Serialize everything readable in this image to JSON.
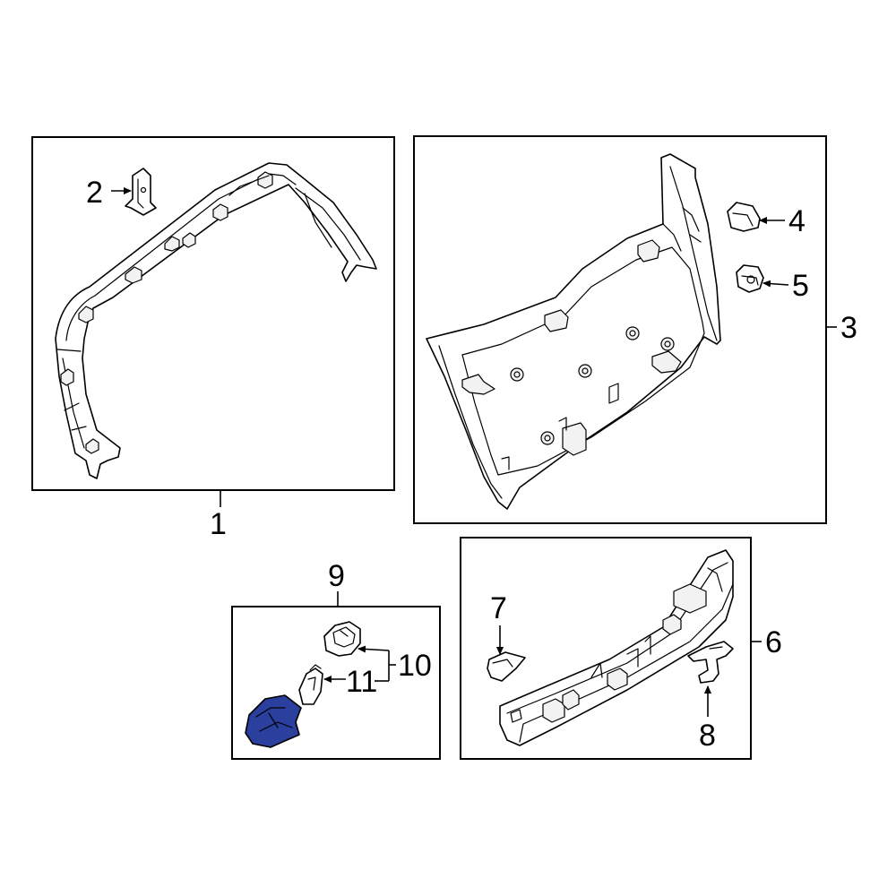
{
  "callouts": {
    "c1": "1",
    "c2": "2",
    "c3": "3",
    "c4": "4",
    "c5": "5",
    "c6": "6",
    "c7": "7",
    "c8": "8",
    "c9": "9",
    "c10": "10",
    "c11": "11"
  },
  "colors": {
    "highlight_part": "#2a3f9e",
    "line": "#000000",
    "background": "#ffffff"
  }
}
